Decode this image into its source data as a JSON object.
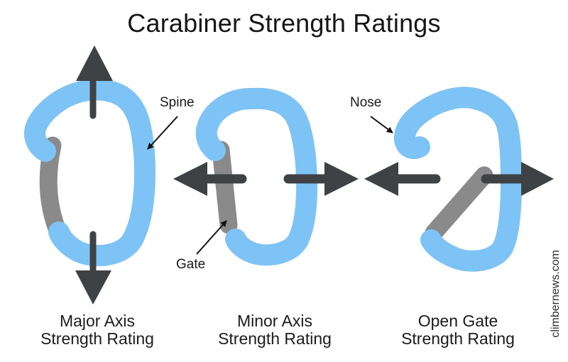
{
  "title": "Carabiner Strength Ratings",
  "watermark": "climbernews.com",
  "annotations": {
    "spine": "Spine",
    "gate": "Gate",
    "nose": "Nose"
  },
  "figures": {
    "major_axis": {
      "caption_line1": "Major Axis",
      "caption_line2": "Strength Rating"
    },
    "minor_axis": {
      "caption_line1": "Minor Axis",
      "caption_line2": "Strength Rating"
    },
    "open_gate": {
      "caption_line1": "Open Gate",
      "caption_line2": "Strength Rating"
    }
  },
  "colors": {
    "body_blue": "#7EC3F5",
    "gate_gray": "#8A8A8A",
    "arrow_dark": "#3F4245",
    "annotation_dark": "#111111"
  }
}
